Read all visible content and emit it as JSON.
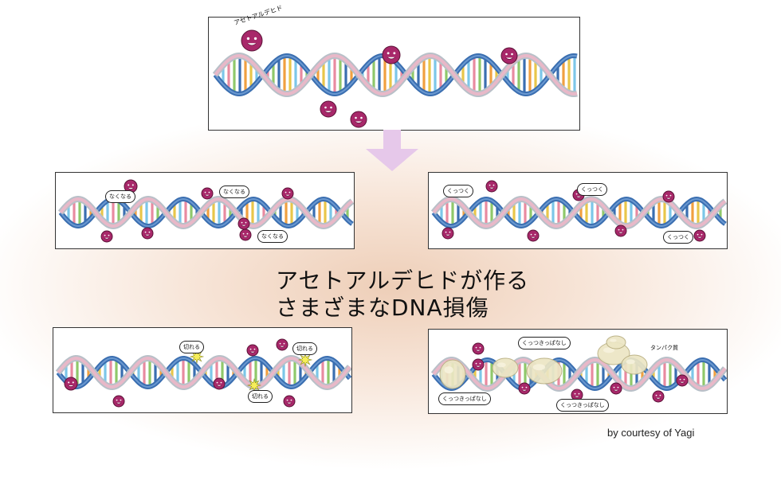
{
  "headline": {
    "line1": "アセトアルデヒドが作る",
    "line2": "さまざまなDNA損傷"
  },
  "credit": "by courtesy of Yagi",
  "top_panel": {
    "molecule_label": "アセトアルデヒド"
  },
  "panel_middle_left": {
    "bubbles": [
      "なくなる",
      "なくなる",
      "なくなる"
    ]
  },
  "panel_middle_right": {
    "bubbles": [
      "くっつく",
      "くっつく",
      "くっつく"
    ]
  },
  "panel_bottom_left": {
    "bubbles": [
      "切れる",
      "切れる",
      "切れる"
    ]
  },
  "panel_bottom_right": {
    "bubbles": [
      "くっつきっぱなし",
      "くっつきっぱなし",
      "くっつきっぱなし"
    ],
    "protein_label": "タンパク質"
  },
  "colors": {
    "dna_strand_pink": "#e8b8c8",
    "dna_strand_blue": "#3a6eb0",
    "dna_strand_gray": "#b8c0c8",
    "acetaldehyde": "#a8286a",
    "arrow": "#e6c8ea",
    "background_glow": "#f0c8ac",
    "protein": "#ece6c4"
  },
  "icons": [
    "acetaldehyde-molecule-icon",
    "dna-helix-icon",
    "down-arrow-icon",
    "protein-blob-icon",
    "damage-spark-icon"
  ]
}
